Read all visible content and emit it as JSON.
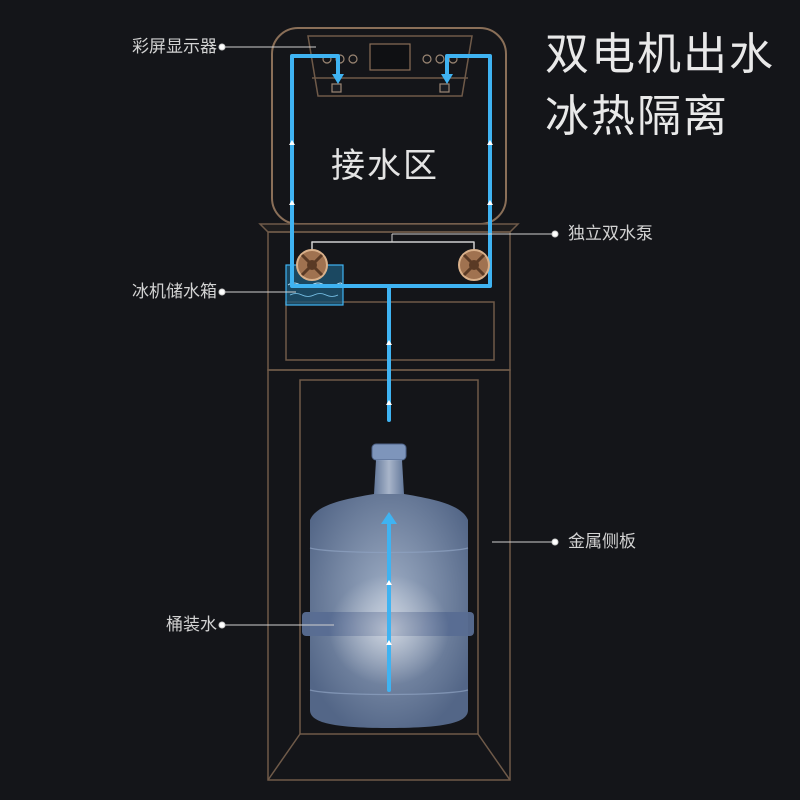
{
  "headline": {
    "line1": "双电机出水",
    "line2": "冰热隔离"
  },
  "zone_label": "接水区",
  "callouts": {
    "display": "彩屏显示器",
    "ice_tank": "冰机储水箱",
    "bottled_water": "桶装水",
    "pumps": "独立双水泵",
    "side_panel": "金属侧板"
  },
  "colors": {
    "background": "#141519",
    "flow": "#3fb3f2",
    "outline": "#6f5a49",
    "pump": "#b88a66",
    "text": "#d6d6d6"
  }
}
